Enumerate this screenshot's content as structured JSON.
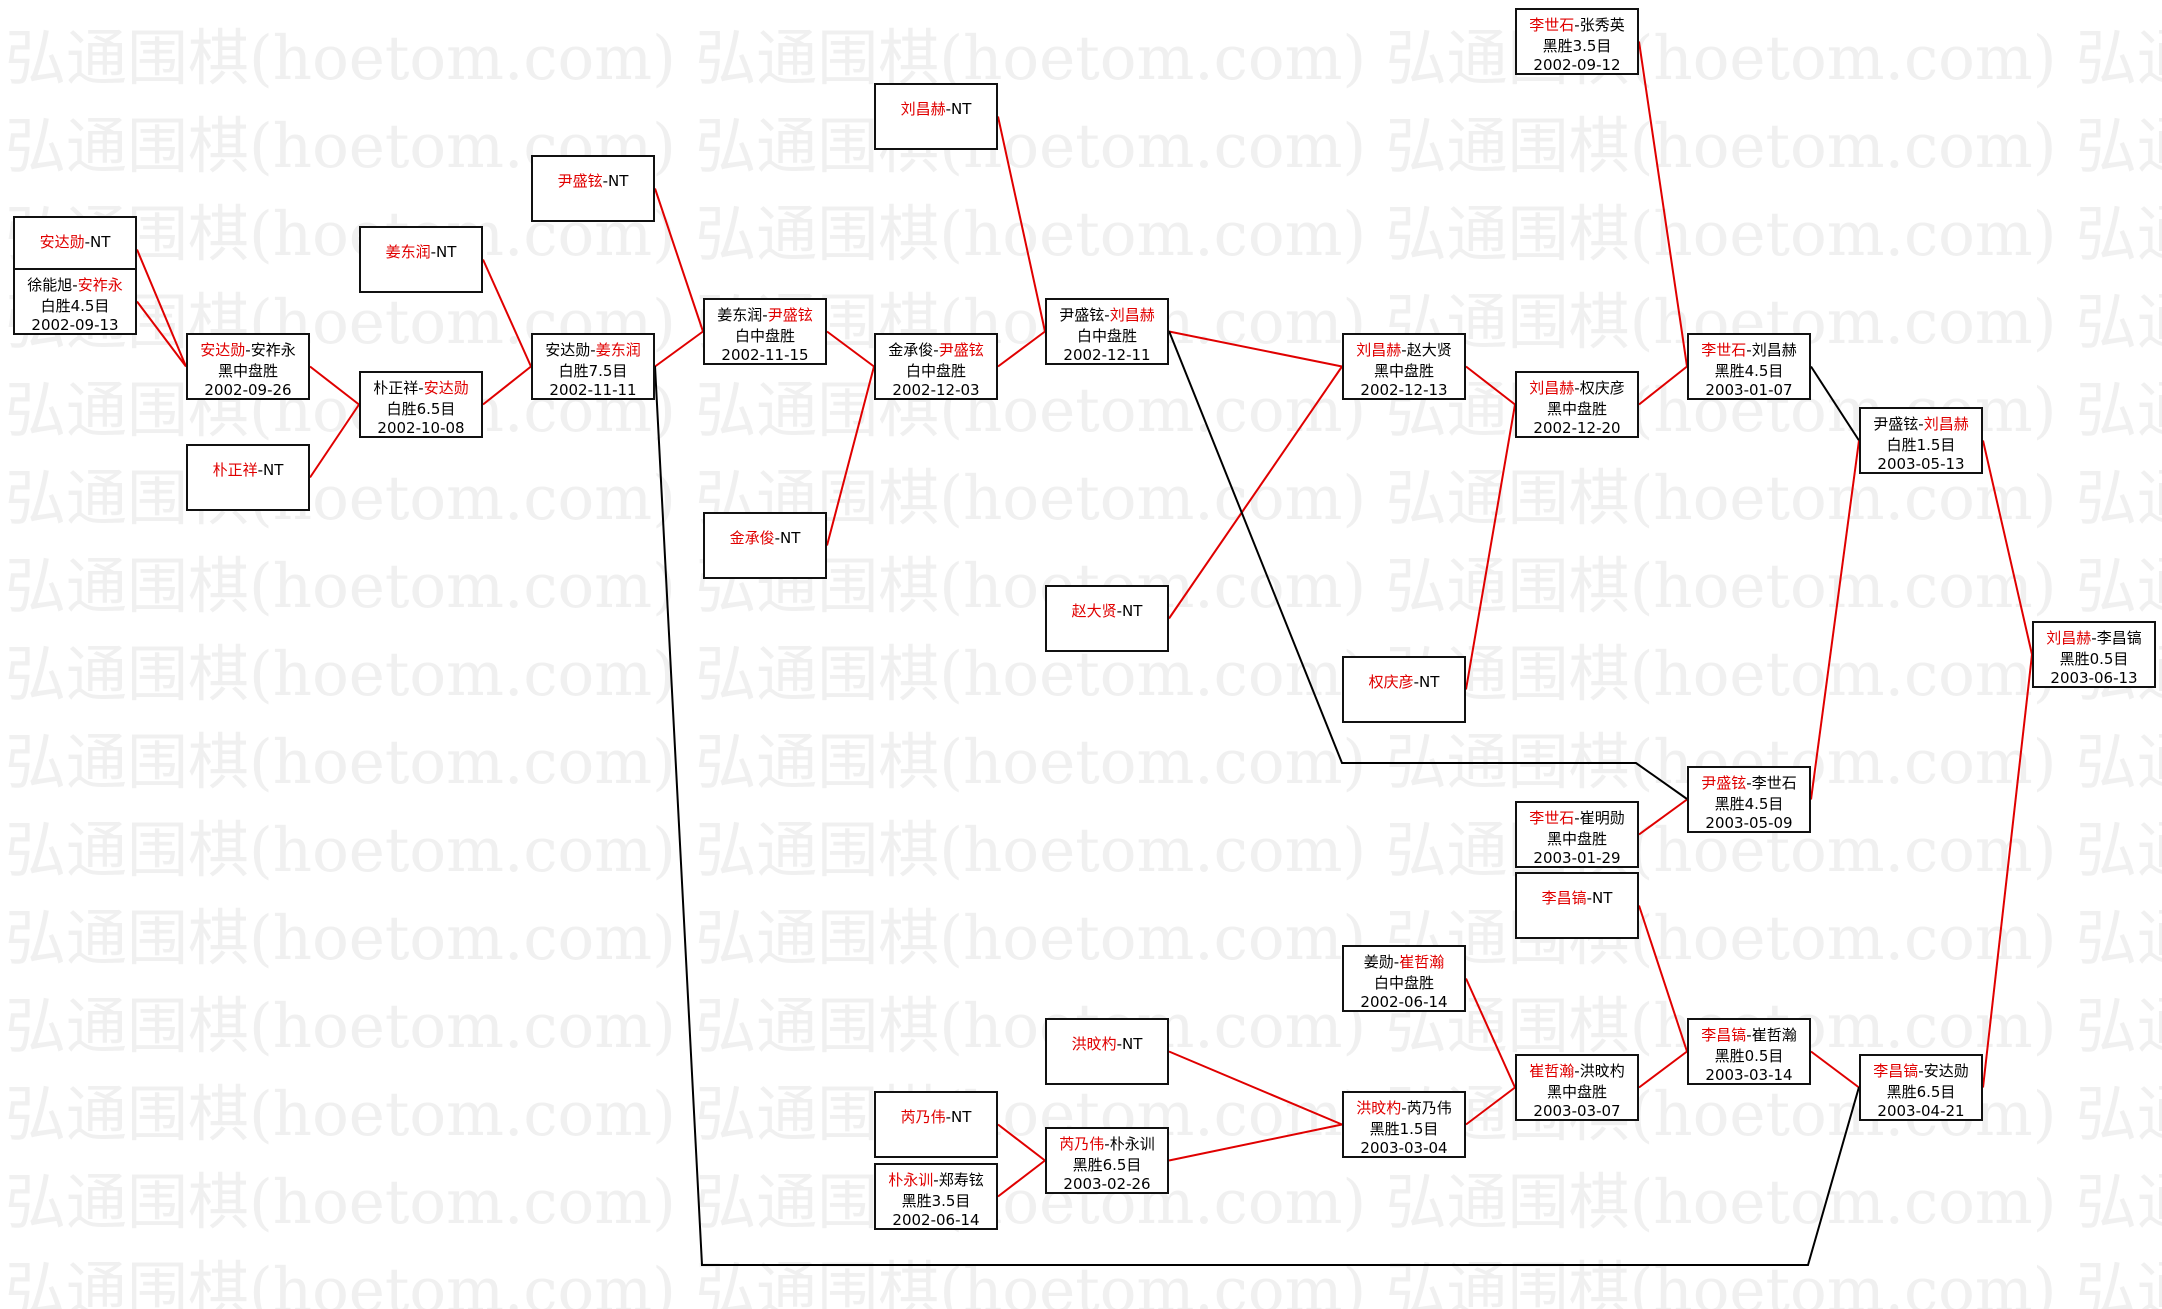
{
  "watermark": "弘通围棋(hoetom.com)",
  "colors": {
    "winner": "#e00000",
    "line_win": "#e00000",
    "line_normal": "#000000",
    "border": "#111111"
  },
  "nodes": [
    {
      "id": "n01",
      "a": "安达勋",
      "b": "NT",
      "red": "a",
      "result": "",
      "date": "",
      "nt": true
    },
    {
      "id": "n02",
      "a": "徐能旭",
      "b": "安祚永",
      "red": "b",
      "result": "白胜4.5目",
      "date": "2002-09-13"
    },
    {
      "id": "n03",
      "a": "安达勋",
      "b": "安祚永",
      "red": "a",
      "result": "黑中盘胜",
      "date": "2002-09-26"
    },
    {
      "id": "n04",
      "a": "朴正祥",
      "b": "NT",
      "red": "a",
      "result": "",
      "date": "",
      "nt": true
    },
    {
      "id": "n05",
      "a": "姜东润",
      "b": "NT",
      "red": "a",
      "result": "",
      "date": "",
      "nt": true
    },
    {
      "id": "n06",
      "a": "朴正祥",
      "b": "安达勋",
      "red": "b",
      "result": "白胜6.5目",
      "date": "2002-10-08"
    },
    {
      "id": "n07",
      "a": "尹盛铉",
      "b": "NT",
      "red": "a",
      "result": "",
      "date": "",
      "nt": true
    },
    {
      "id": "n08",
      "a": "安达勋",
      "b": "姜东润",
      "red": "b",
      "result": "白胜7.5目",
      "date": "2002-11-11"
    },
    {
      "id": "n09",
      "a": "姜东润",
      "b": "尹盛铉",
      "red": "b",
      "result": "白中盘胜",
      "date": "2002-11-15"
    },
    {
      "id": "n10",
      "a": "金承俊",
      "b": "NT",
      "red": "a",
      "result": "",
      "date": "",
      "nt": true
    },
    {
      "id": "n11",
      "a": "刘昌赫",
      "b": "NT",
      "red": "a",
      "result": "",
      "date": "",
      "nt": true
    },
    {
      "id": "n12",
      "a": "金承俊",
      "b": "尹盛铉",
      "red": "b",
      "result": "白中盘胜",
      "date": "2002-12-03"
    },
    {
      "id": "n13",
      "a": "尹盛铉",
      "b": "刘昌赫",
      "red": "b",
      "result": "白中盘胜",
      "date": "2002-12-11"
    },
    {
      "id": "n14",
      "a": "赵大贤",
      "b": "NT",
      "red": "a",
      "result": "",
      "date": "",
      "nt": true
    },
    {
      "id": "n15",
      "a": "洪旼杓",
      "b": "NT",
      "red": "a",
      "result": "",
      "date": "",
      "nt": true
    },
    {
      "id": "n16",
      "a": "芮乃伟",
      "b": "NT",
      "red": "a",
      "result": "",
      "date": "",
      "nt": true
    },
    {
      "id": "n17",
      "a": "朴永训",
      "b": "郑寿铉",
      "red": "a",
      "result": "黑胜3.5目",
      "date": "2002-06-14"
    },
    {
      "id": "n18",
      "a": "芮乃伟",
      "b": "朴永训",
      "red": "a",
      "result": "黑胜6.5目",
      "date": "2003-02-26"
    },
    {
      "id": "n19",
      "a": "刘昌赫",
      "b": "赵大贤",
      "red": "a",
      "result": "黑中盘胜",
      "date": "2002-12-13"
    },
    {
      "id": "n20",
      "a": "权庆彦",
      "b": "NT",
      "red": "a",
      "result": "",
      "date": "",
      "nt": true
    },
    {
      "id": "n21",
      "a": "姜勋",
      "b": "崔哲瀚",
      "red": "b",
      "result": "白中盘胜",
      "date": "2002-06-14"
    },
    {
      "id": "n22",
      "a": "洪旼杓",
      "b": "芮乃伟",
      "red": "a",
      "result": "黑胜1.5目",
      "date": "2003-03-04"
    },
    {
      "id": "n23",
      "a": "李世石",
      "b": "张秀英",
      "red": "a",
      "result": "黑胜3.5目",
      "date": "2002-09-12"
    },
    {
      "id": "n24",
      "a": "刘昌赫",
      "b": "权庆彦",
      "red": "a",
      "result": "黑中盘胜",
      "date": "2002-12-20"
    },
    {
      "id": "n25",
      "a": "李世石",
      "b": "崔明勋",
      "red": "a",
      "result": "黑中盘胜",
      "date": "2003-01-29"
    },
    {
      "id": "n26",
      "a": "李昌镐",
      "b": "NT",
      "red": "a",
      "result": "",
      "date": "",
      "nt": true
    },
    {
      "id": "n27",
      "a": "崔哲瀚",
      "b": "洪旼杓",
      "red": "a",
      "result": "黑中盘胜",
      "date": "2003-03-07"
    },
    {
      "id": "n28",
      "a": "李世石",
      "b": "刘昌赫",
      "red": "a",
      "result": "黑胜4.5目",
      "date": "2003-01-07"
    },
    {
      "id": "n29",
      "a": "尹盛铉",
      "b": "李世石",
      "red": "a",
      "result": "黑胜4.5目",
      "date": "2003-05-09"
    },
    {
      "id": "n30",
      "a": "李昌镐",
      "b": "崔哲瀚",
      "red": "a",
      "result": "黑胜0.5目",
      "date": "2003-03-14"
    },
    {
      "id": "n31",
      "a": "尹盛铉",
      "b": "刘昌赫",
      "red": "b",
      "result": "白胜1.5目",
      "date": "2003-05-13"
    },
    {
      "id": "n32",
      "a": "李昌镐",
      "b": "安达勋",
      "red": "a",
      "result": "黑胜6.5目",
      "date": "2003-04-21"
    },
    {
      "id": "n33",
      "a": "刘昌赫",
      "b": "李昌镐",
      "red": "a",
      "result": "黑胜0.5目",
      "date": "2003-06-13"
    }
  ],
  "connections": [
    {
      "from": "n01",
      "to": "n03",
      "win": true
    },
    {
      "from": "n02",
      "to": "n03",
      "win": true
    },
    {
      "from": "n03",
      "to": "n06",
      "win": true
    },
    {
      "from": "n04",
      "to": "n06",
      "win": true
    },
    {
      "from": "n05",
      "to": "n08",
      "win": true
    },
    {
      "from": "n06",
      "to": "n08",
      "win": true
    },
    {
      "from": "n08",
      "to": "n09",
      "win": true
    },
    {
      "from": "n07",
      "to": "n09",
      "win": true
    },
    {
      "from": "n09",
      "to": "n12",
      "win": true
    },
    {
      "from": "n10",
      "to": "n12",
      "win": true
    },
    {
      "from": "n12",
      "to": "n13",
      "win": true
    },
    {
      "from": "n11",
      "to": "n13",
      "win": true
    },
    {
      "from": "n13",
      "to": "n19",
      "win": true
    },
    {
      "from": "n14",
      "to": "n19",
      "win": true
    },
    {
      "from": "n19",
      "to": "n24",
      "win": true
    },
    {
      "from": "n20",
      "to": "n24",
      "win": true
    },
    {
      "from": "n24",
      "to": "n28",
      "win": true
    },
    {
      "from": "n23",
      "to": "n28",
      "win": true
    },
    {
      "from": "n28",
      "to": "n31",
      "win": false
    },
    {
      "from": "n25",
      "to": "n29",
      "win": true
    },
    {
      "from": "n29",
      "to": "n31",
      "win": true
    },
    {
      "from": "n31",
      "to": "n33",
      "win": true
    },
    {
      "from": "n15",
      "to": "n22",
      "win": true
    },
    {
      "from": "n16",
      "to": "n18",
      "win": true
    },
    {
      "from": "n17",
      "to": "n18",
      "win": true
    },
    {
      "from": "n18",
      "to": "n22",
      "win": true
    },
    {
      "from": "n22",
      "to": "n27",
      "win": true
    },
    {
      "from": "n21",
      "to": "n27",
      "win": true
    },
    {
      "from": "n27",
      "to": "n30",
      "win": true
    },
    {
      "from": "n26",
      "to": "n30",
      "win": true
    },
    {
      "from": "n30",
      "to": "n32",
      "win": true
    },
    {
      "from": "n32",
      "to": "n33",
      "win": true
    }
  ]
}
